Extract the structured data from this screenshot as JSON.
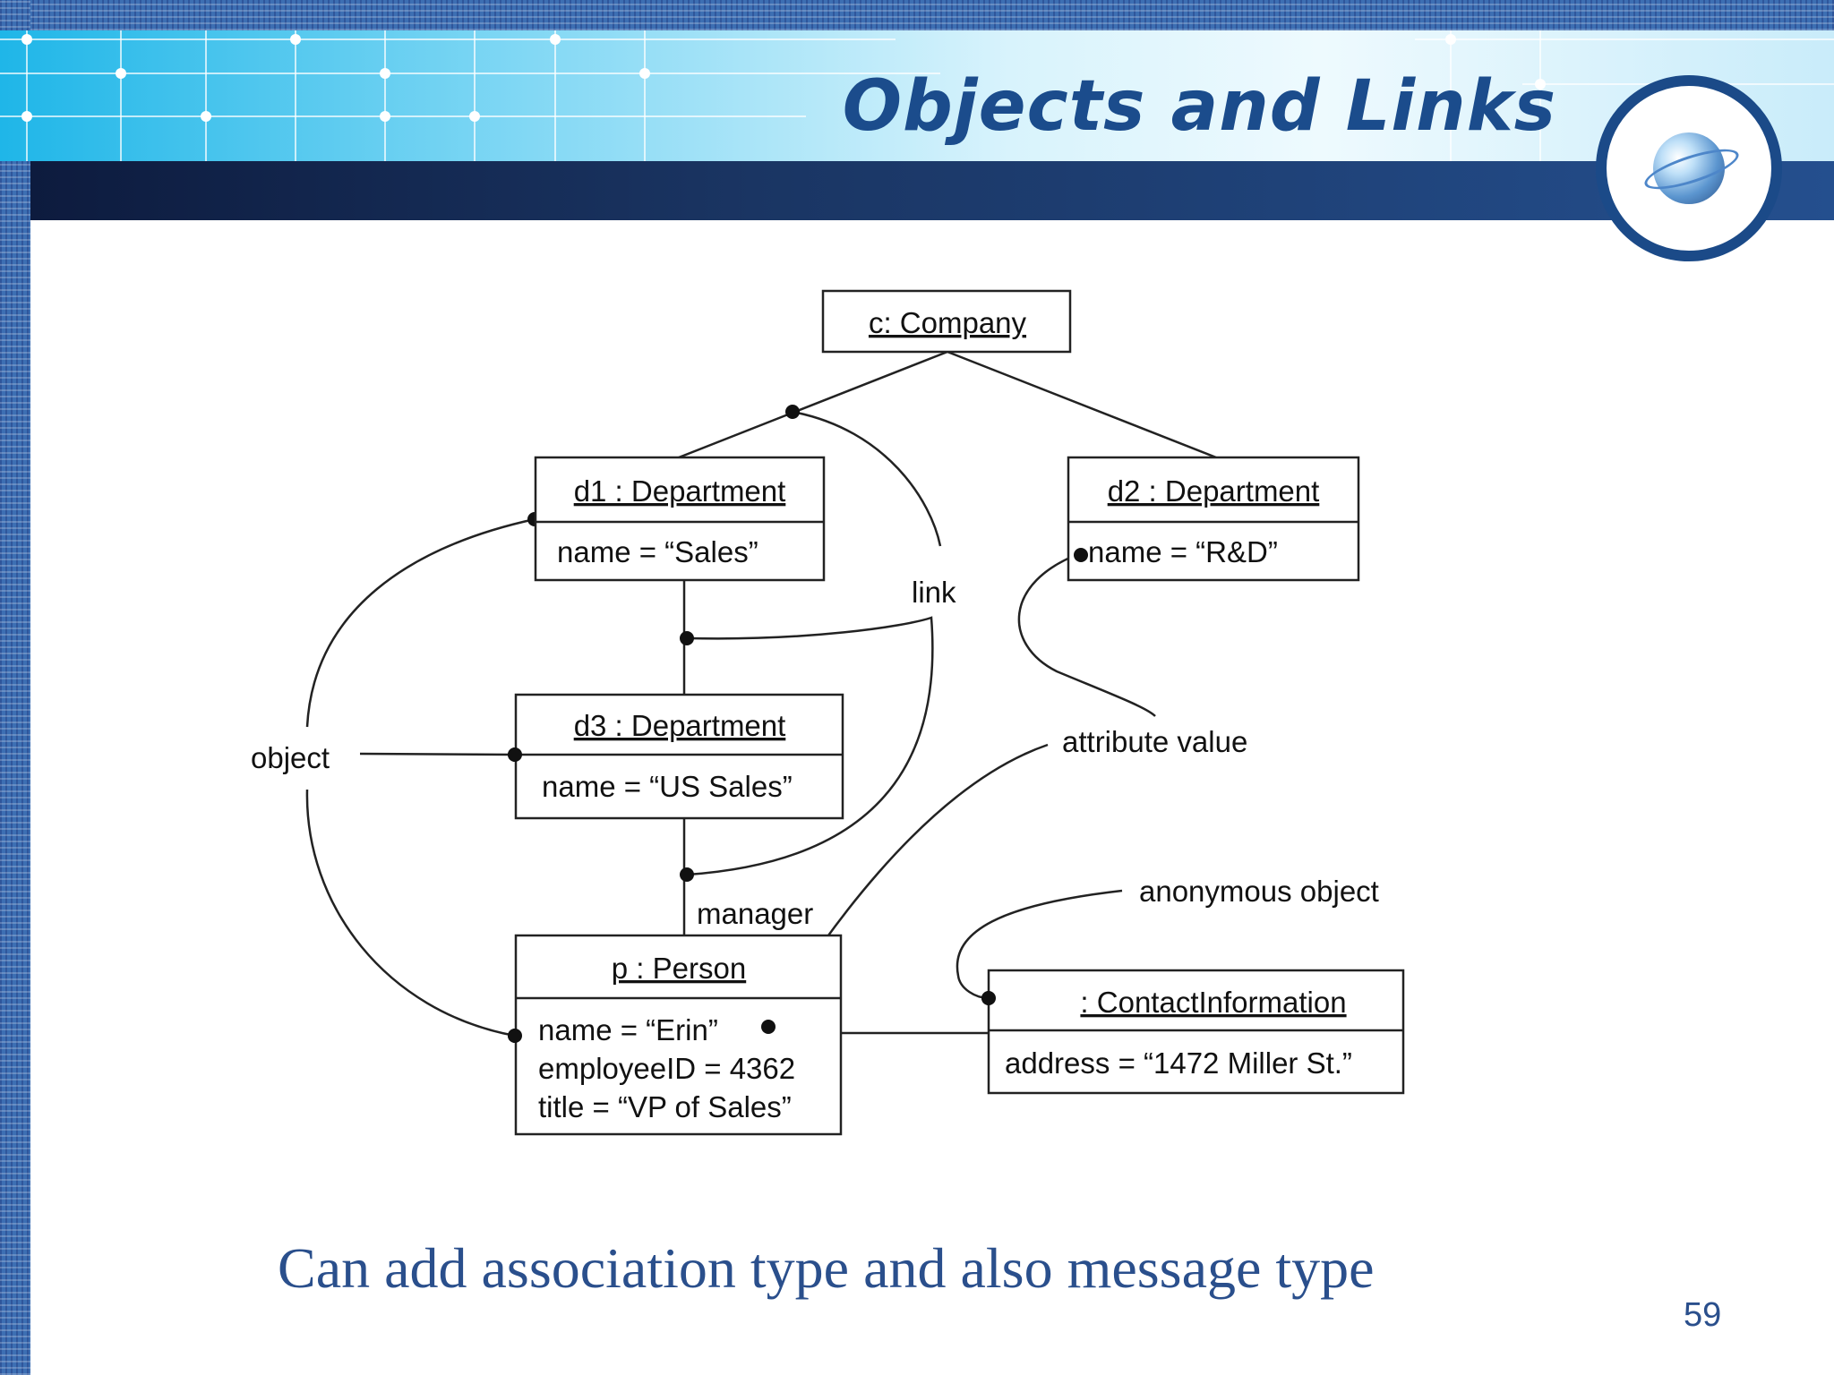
{
  "slide": {
    "title": "Objects and Links",
    "caption": "Can add association type and also message type",
    "page_number": "59"
  },
  "diagram": {
    "objects": {
      "company": {
        "name": "c: Company"
      },
      "d1": {
        "name": "d1 : Department",
        "attributes": [
          "name = “Sales”"
        ]
      },
      "d2": {
        "name": "d2 : Department",
        "attributes": [
          "name = “R&D”"
        ]
      },
      "d3": {
        "name": "d3 : Department",
        "attributes": [
          "name = “US Sales”"
        ]
      },
      "person": {
        "name": "p : Person",
        "attributes": [
          "name = “Erin”",
          "employeeID = 4362",
          "title = “VP of Sales”"
        ]
      },
      "contact": {
        "name": ": ContactInformation",
        "attributes": [
          "address = “1472 Miller St.”"
        ]
      }
    },
    "labels": {
      "link": "link",
      "object": "object",
      "attribute_value": "attribute value",
      "manager": "manager",
      "anonymous_object": "anonymous object"
    }
  },
  "icons": {
    "badge": "globe-icon"
  },
  "colors": {
    "title": "#1b4c8c",
    "caption": "#2a4f8c",
    "navy_bar": "#1a3563",
    "banner": "#1fb6e8"
  }
}
